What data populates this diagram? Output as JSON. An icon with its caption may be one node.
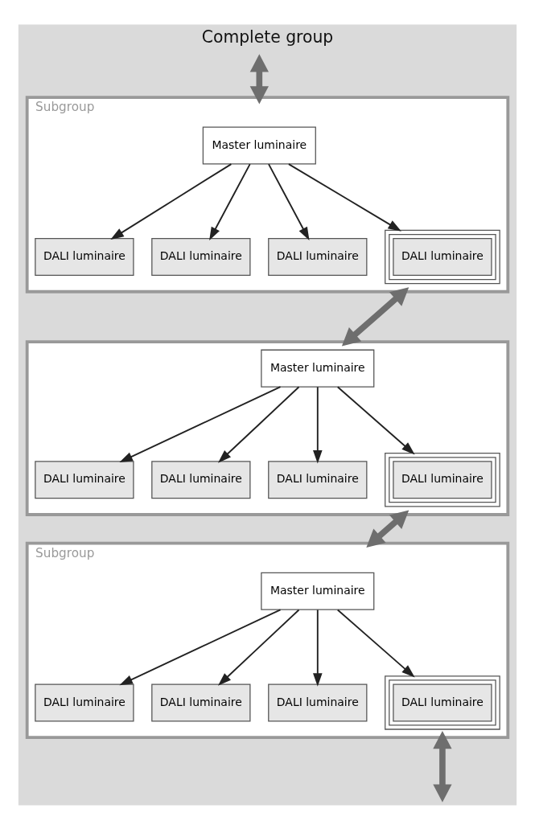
{
  "diagram": {
    "nodes": [
      {
        "text": [
          "Complete group"
        ]
      },
      {
        "text": [
          "Subgroup"
        ],
        "in": 0
      },
      {
        "text": [
          "Master luminaire"
        ],
        "in": 1
      },
      {
        "text": [
          "DALI luminaire"
        ],
        "in": 1
      },
      {
        "text": [
          "DALI luminaire"
        ],
        "in": 1
      },
      {
        "text": [
          "DALI luminaire"
        ],
        "in": 1
      },
      {
        "text": [
          "DALI luminaire"
        ],
        "in": 1
      },
      {
        "text": [],
        "shape": "box",
        "in": 0
      },
      {
        "text": [
          "Master luminaire"
        ],
        "in": 7
      },
      {
        "text": [
          "DALI luminaire"
        ],
        "in": 7
      },
      {
        "text": [
          "DALI luminaire"
        ],
        "in": 7
      },
      {
        "text": [
          "DALI luminaire"
        ],
        "in": 7
      },
      {
        "text": [
          "DALI luminaire"
        ],
        "in": 7
      },
      {
        "text": [
          "Subgroup"
        ],
        "in": 0
      },
      {
        "text": [
          "Master luminaire"
        ],
        "in": 13
      },
      {
        "text": [
          "DALI luminaire"
        ],
        "in": 13
      },
      {
        "text": [
          "DALI luminaire"
        ],
        "in": 13
      },
      {
        "text": [
          "DALI luminaire"
        ],
        "in": 13
      },
      {
        "text": [
          "DALI luminaire"
        ],
        "in": 13
      }
    ],
    "edges": [
      {
        "from": 2,
        "to": 3,
        "arrow": "to"
      },
      {
        "from": 2,
        "to": 4,
        "arrow": "to"
      },
      {
        "from": 2,
        "to": 5,
        "arrow": "to"
      },
      {
        "from": 2,
        "to": 6,
        "arrow": "to"
      },
      {
        "from": 8,
        "to": 9,
        "arrow": "to"
      },
      {
        "from": 8,
        "to": 10,
        "arrow": "to"
      },
      {
        "from": 8,
        "to": 11,
        "arrow": "to"
      },
      {
        "from": 8,
        "to": 12,
        "arrow": "to"
      },
      {
        "from": 14,
        "to": 15,
        "arrow": "to"
      },
      {
        "from": 14,
        "to": 16,
        "arrow": "to"
      },
      {
        "from": 14,
        "to": 17,
        "arrow": "to"
      },
      {
        "from": 14,
        "to": 18,
        "arrow": "to"
      },
      {
        "from": null,
        "to": 1,
        "arrow": "both",
        "style": "thick",
        "color": "#6e6e6e"
      },
      {
        "from": 1,
        "to": 7,
        "arrow": "both",
        "style": "thick",
        "color": "#6e6e6e"
      },
      {
        "from": 7,
        "to": 13,
        "arrow": "both",
        "style": "thick",
        "color": "#6e6e6e"
      },
      {
        "from": 13,
        "to": null,
        "arrow": "both",
        "style": "thick",
        "color": "#6e6e6e"
      }
    ]
  }
}
